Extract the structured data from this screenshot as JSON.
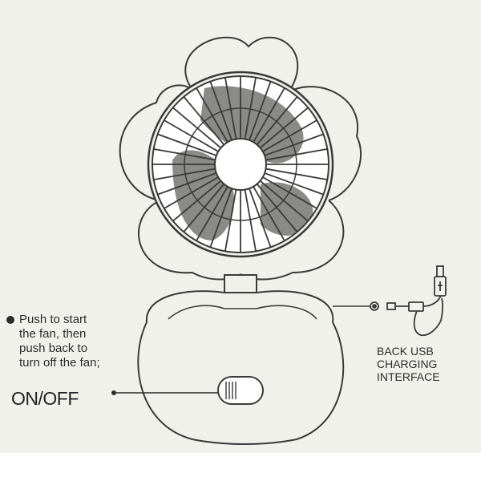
{
  "instructions": {
    "line1": "Push to start",
    "line2": "the fan, then",
    "line3": "push back to",
    "line4": "turn off the fan;"
  },
  "switch_label": "ON/OFF",
  "usb_label": {
    "line1": "BACK USB",
    "line2": "CHARGING",
    "line3": "INTERFACE"
  },
  "colors": {
    "background": "#f1f1ec",
    "line": "#3a3a3a",
    "fan_shadow": "#8a8a86"
  },
  "icons": [
    "flower-fan-drawing",
    "usb-cable-icon",
    "slide-switch-icon",
    "bullet-dot-icon"
  ]
}
